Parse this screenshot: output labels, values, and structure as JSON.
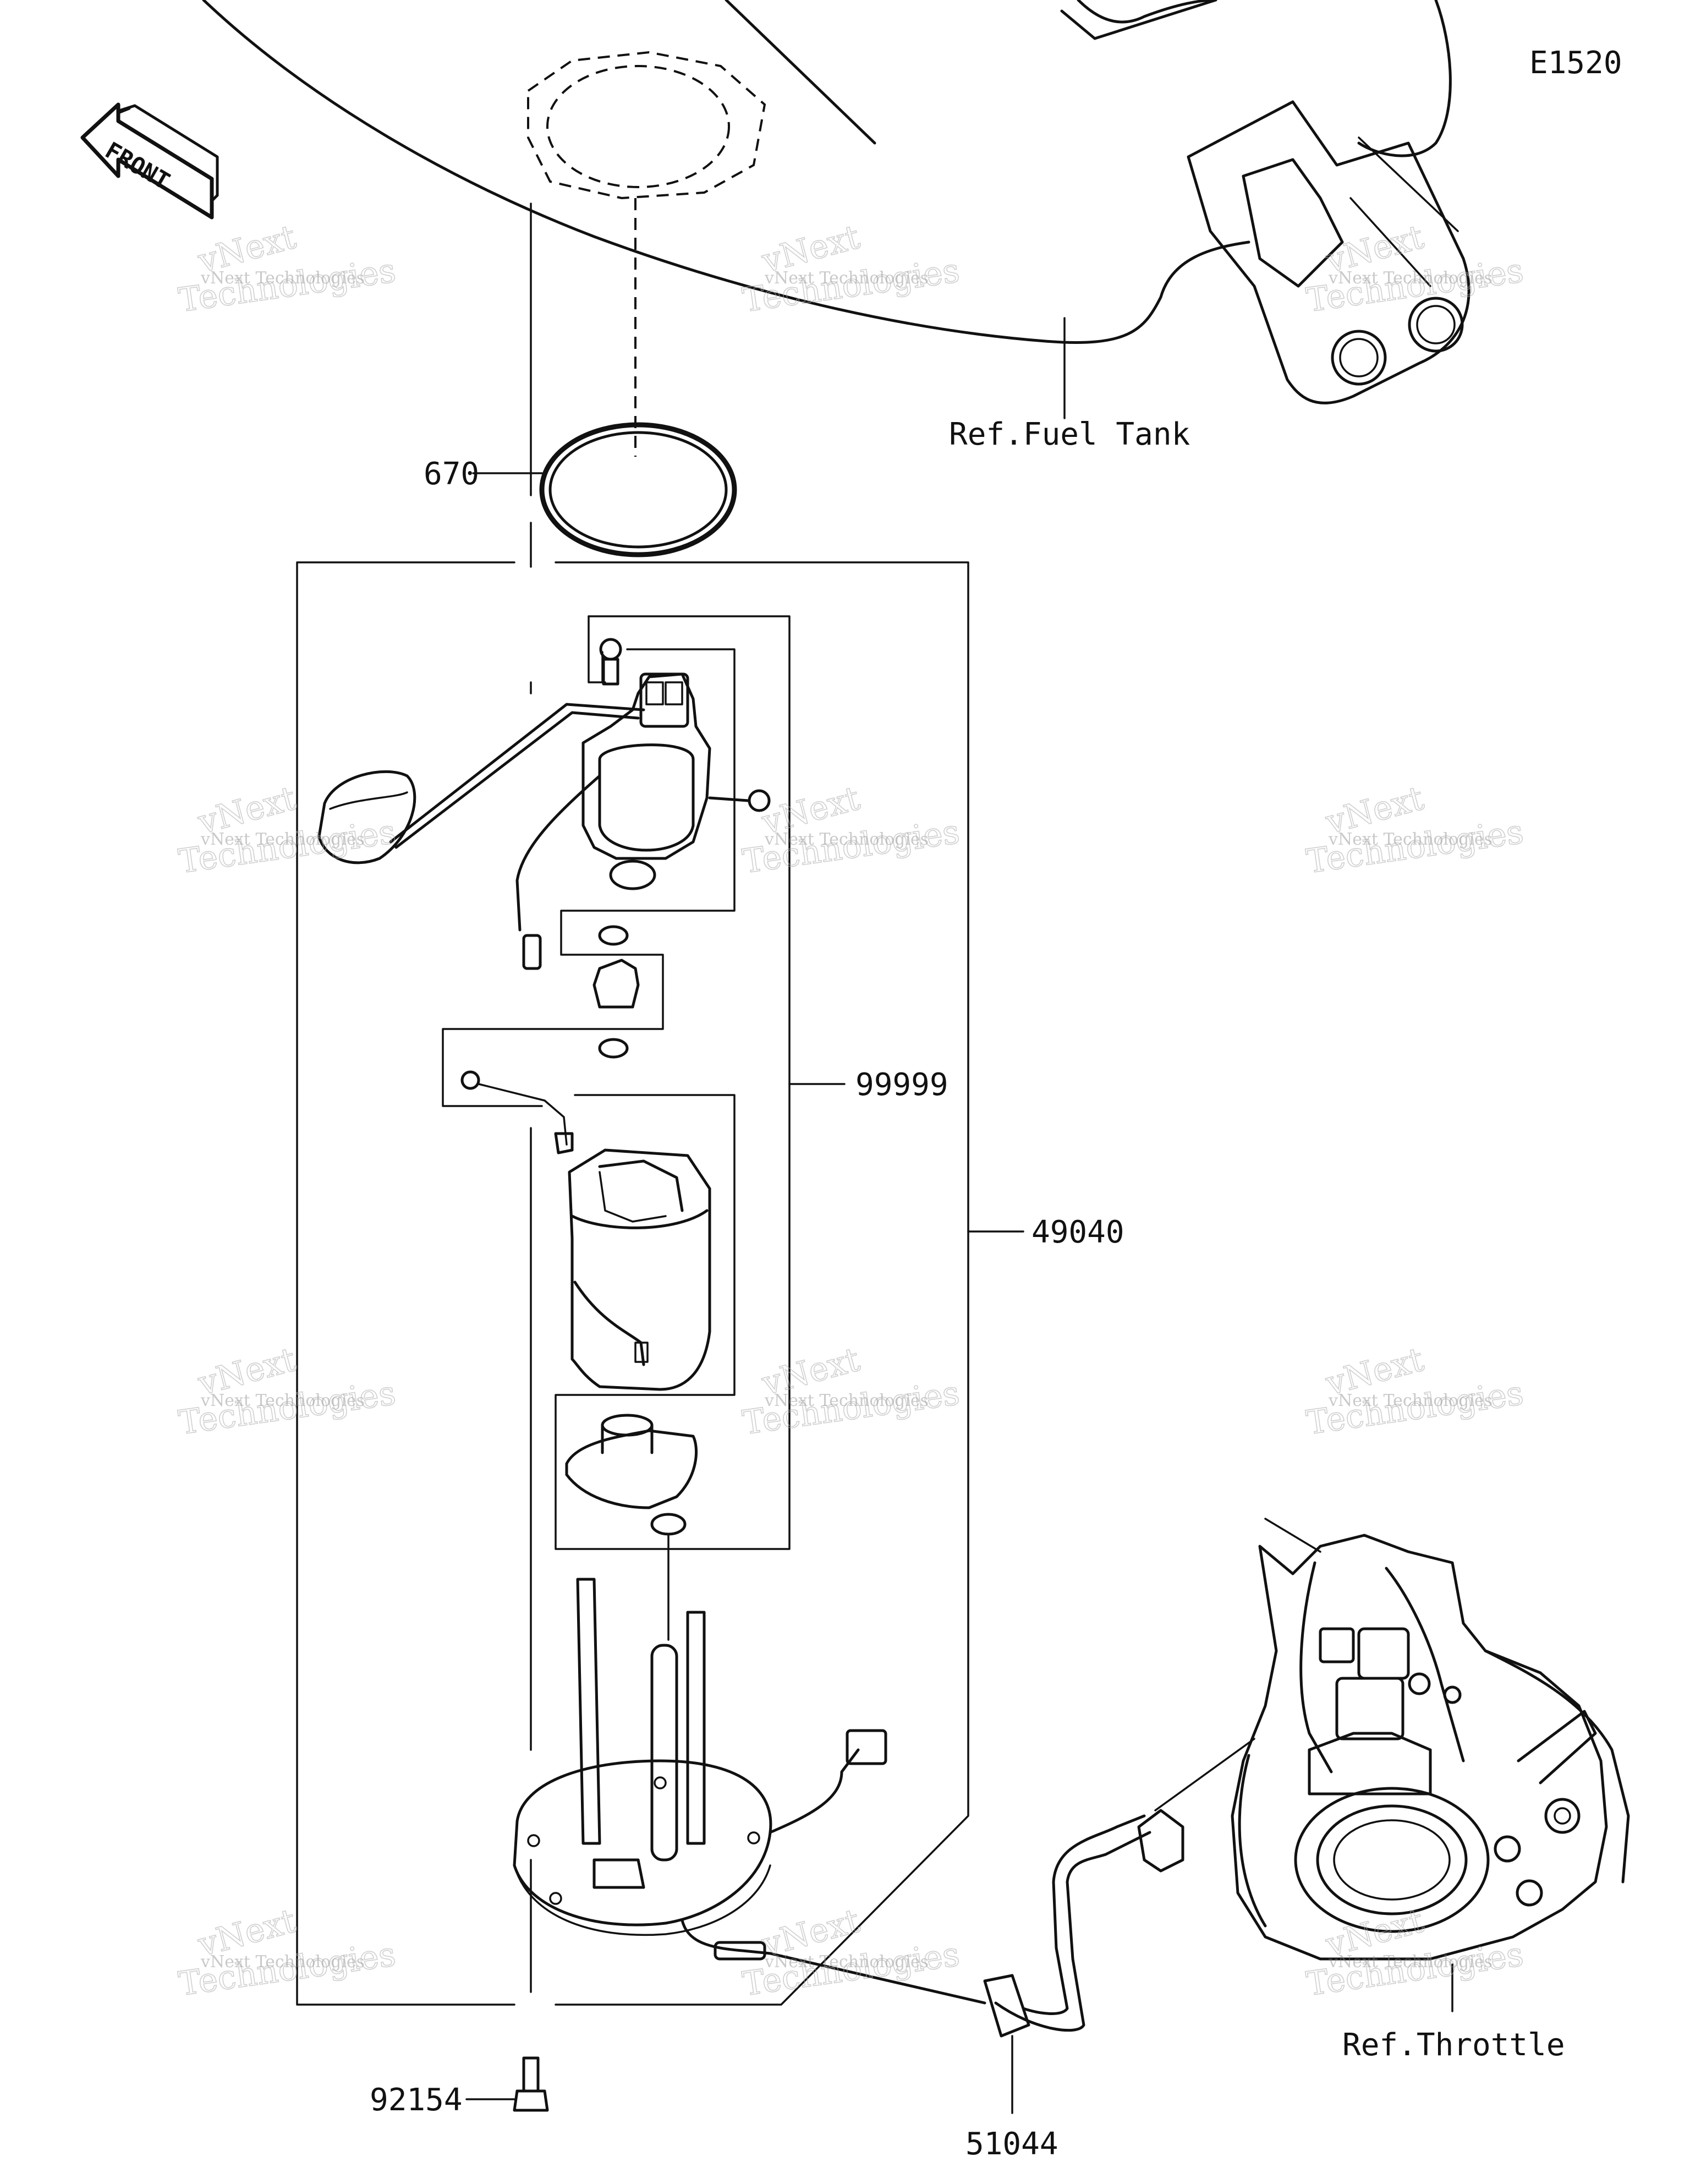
{
  "diagram_code": "E1520",
  "front_label": "FRONT",
  "references": {
    "fuel_tank": "Ref.Fuel Tank",
    "throttle": "Ref.Throttle"
  },
  "part_numbers": {
    "gasket": "670",
    "pump_subassembly": "99999",
    "pump_assembly": "49040",
    "bolt": "92154",
    "hose": "51044"
  },
  "watermark": {
    "line1": "vNext Technologies",
    "line2": "vNext",
    "line3": "Technologies"
  }
}
